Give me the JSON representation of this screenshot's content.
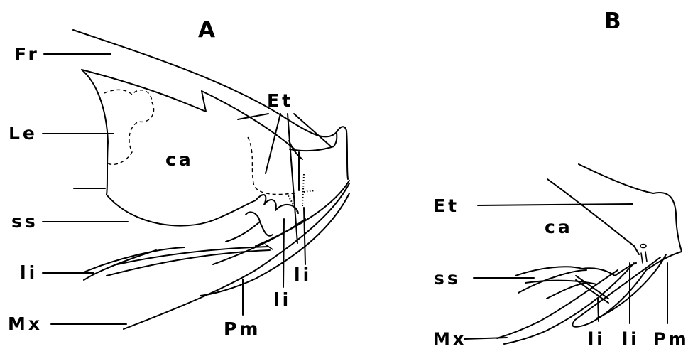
{
  "panels": {
    "a": {
      "title": "A",
      "labels": {
        "fr": "Fr",
        "le": "Le",
        "ss": "ss",
        "li_left": "li",
        "mx": "Mx",
        "ca": "ca",
        "et": "Et",
        "li_mid": "li",
        "li_right": "li",
        "pm": "Pm"
      }
    },
    "b": {
      "title": "B",
      "labels": {
        "et": "Et",
        "ca": "ca",
        "ss": "ss",
        "mx": "Mx",
        "li_left": "li",
        "li_right": "li",
        "pm": "Pm"
      }
    }
  }
}
